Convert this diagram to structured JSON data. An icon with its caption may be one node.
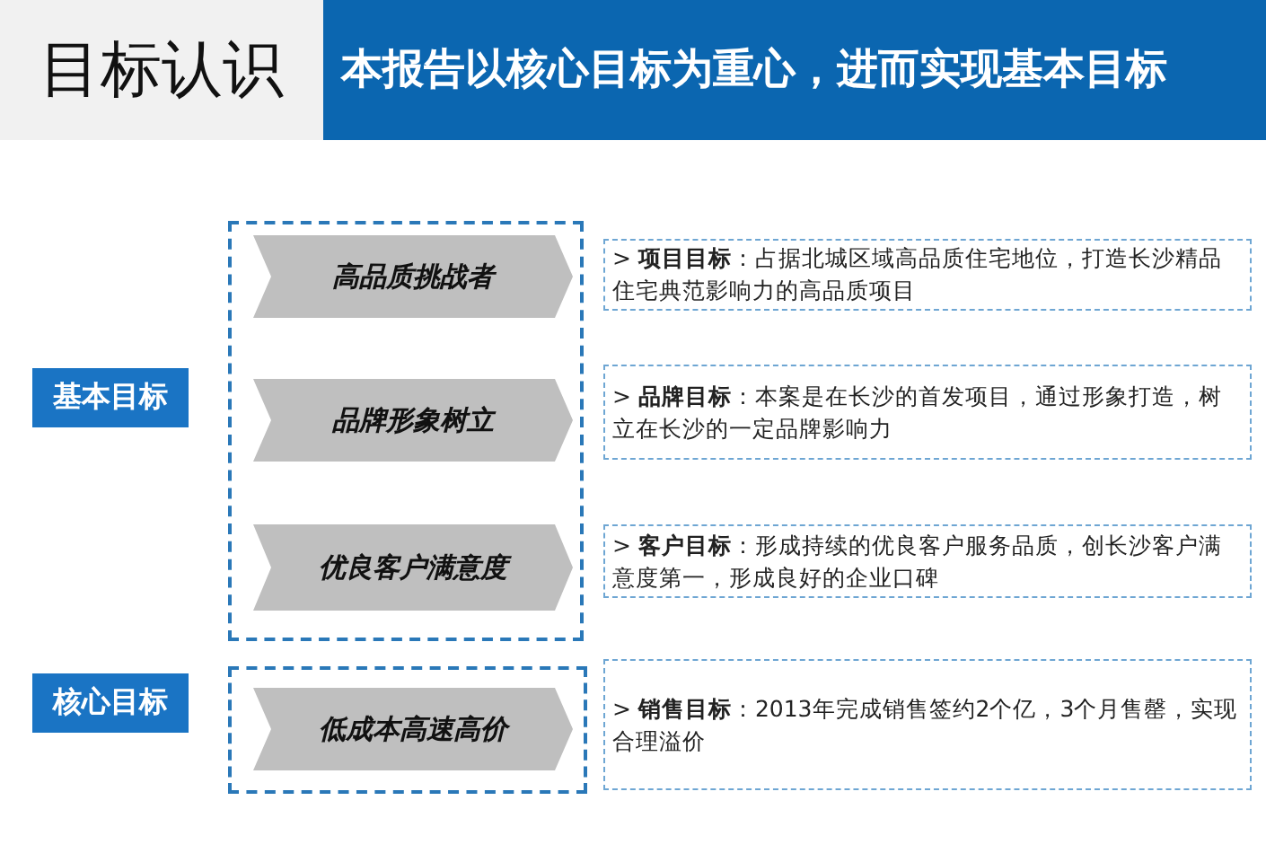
{
  "diagram": {
    "title": "目标认识",
    "nodes": [
      {
        "text": [
          "基本目标"
        ]
      },
      {
        "text": [],
        "shape": "box"
      },
      {
        "text": [
          "高品质挑战者"
        ],
        "in": 1
      },
      {
        "text": [
          "品牌形象树立"
        ],
        "in": 1
      },
      {
        "text": [
          "优良客户满意度"
        ],
        "in": 1
      },
      {
        "text": [
          "核心目标"
        ]
      },
      {
        "text": [],
        "shape": "box"
      },
      {
        "text": [
          "低成本高速高价"
        ],
        "in": 6
      },
      {
        "text": [
          "> **项目目标**：占据北城区域高品质住宅地位，打造长沙精品住宅典范影响力的高品质项目"
        ]
      },
      {
        "text": [
          "> **品牌目标**：本案是在长沙的首发项目，通过形象打造，树立在长沙的一定品牌影响力"
        ]
      },
      {
        "text": [
          "> **客户目标**：形成持续的优良客户服务品质，创长沙客户满意度第一，形成良好的企业口碑"
        ]
      },
      {
        "text": [
          "> **销售目标**：2013年完成销售签约2个亿，3个月售罄，实现合理溢价"
        ]
      }
    ],
    "labels": [
      "本报告以核心目标为重心，进而实现基本目标"
    ]
  }
}
